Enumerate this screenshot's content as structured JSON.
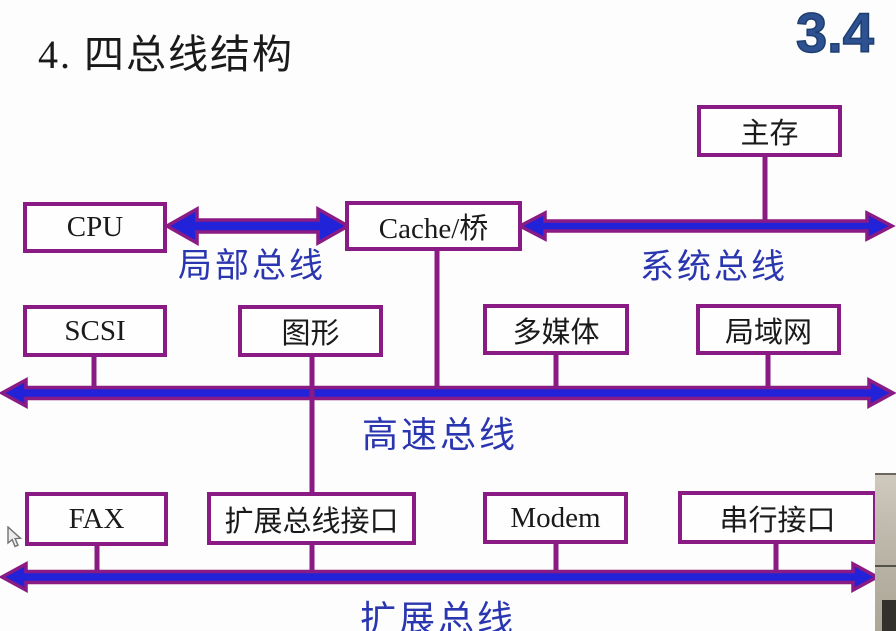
{
  "page": {
    "title": "4. 四总线结构",
    "slide_number": "3.4"
  },
  "diagram": {
    "nodes": {
      "main_memory": {
        "label": "主存"
      },
      "cpu": {
        "label": "CPU"
      },
      "cache_bridge": {
        "label": "Cache/桥"
      },
      "scsi": {
        "label": "SCSI"
      },
      "graphics": {
        "label": "图形"
      },
      "multimedia": {
        "label": "多媒体"
      },
      "lan": {
        "label": "局域网"
      },
      "fax": {
        "label": "FAX"
      },
      "expansion_bus_interface": {
        "label": "扩展总线接口"
      },
      "modem": {
        "label": "Modem"
      },
      "serial_interface": {
        "label": "串行接口"
      }
    },
    "buses": {
      "local_bus": {
        "label": "局部总线"
      },
      "system_bus": {
        "label": "系统总线"
      },
      "high_speed_bus": {
        "label": "高速总线"
      },
      "expansion_bus": {
        "label": "扩展总线"
      }
    },
    "colors": {
      "box_border": "#8b1b84",
      "bus_fill": "#2222d8",
      "bus_outline": "#8b1b84",
      "label_blue": "#2a35b0",
      "slide_number_blue": "#2d5191",
      "text_black": "#1a1a1a"
    }
  }
}
